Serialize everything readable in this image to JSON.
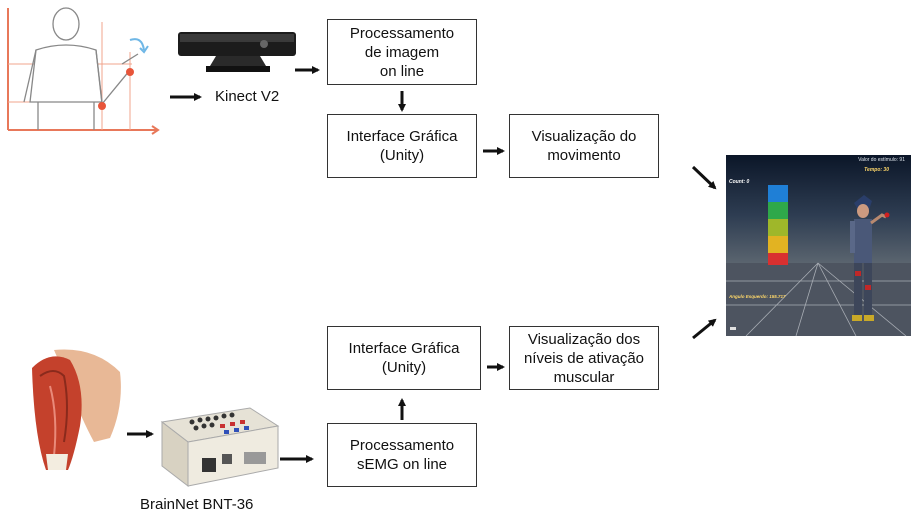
{
  "labels": {
    "kinect": "Kinect V2",
    "brainnet": "BrainNet BNT-36"
  },
  "boxes": {
    "image_processing": "Processamento\nde imagem\non line",
    "gui_top": "Interface Gráfica\n(Unity)",
    "viz_movement": "Visualização do\nmovimento",
    "gui_bottom": "Interface Gráfica\n(Unity)",
    "viz_muscle": "Visualização dos\nníveis de ativação\nmuscular",
    "semg_processing": "Processamento\nsEMG on line"
  },
  "game_screen": {
    "count": "Count: 0",
    "target_value": "Valor do estímulo: 91",
    "time": "Tempo: 30",
    "angle": "Angulo Esquerdo: 155.717"
  },
  "colors": {
    "arrow": "#111111",
    "box_border": "#333333",
    "graph_axis": "#e8785a",
    "joint": "#e8553a"
  }
}
